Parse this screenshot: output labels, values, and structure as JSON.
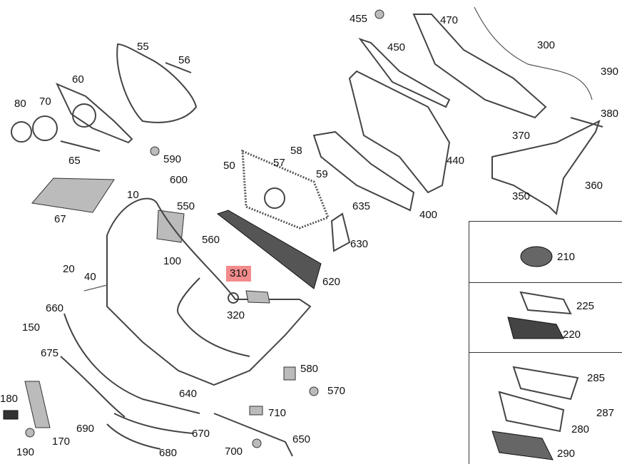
{
  "diagram": {
    "title": "Front bumper parts diagram",
    "highlighted_part": "310",
    "highlight_color": "#f28b8b",
    "labels": {
      "l455": "455",
      "l470": "470",
      "l55": "55",
      "l56": "56",
      "l450": "450",
      "l300": "300",
      "l390": "390",
      "l60": "60",
      "l80": "80",
      "l70": "70",
      "l380": "380",
      "l370": "370",
      "l65": "65",
      "l590": "590",
      "l50": "50",
      "l57": "57",
      "l58": "58",
      "l59": "59",
      "l440": "440",
      "l600": "600",
      "l360": "360",
      "l10": "10",
      "l350": "350",
      "l635": "635",
      "l550": "550",
      "l400": "400",
      "l67": "67",
      "l560": "560",
      "l630": "630",
      "l100": "100",
      "l310": "310",
      "l620": "620",
      "l20": "20",
      "l40": "40",
      "l320": "320",
      "l660": "660",
      "l150": "150",
      "l675": "675",
      "l580": "580",
      "l570": "570",
      "l640": "640",
      "l180": "180",
      "l710": "710",
      "l690": "690",
      "l670": "670",
      "l170": "170",
      "l650": "650",
      "l190": "190",
      "l680": "680",
      "l700": "700",
      "l210": "210",
      "l225": "225",
      "l220": "220",
      "l285": "285",
      "l287": "287",
      "l280": "280",
      "l290": "290"
    }
  }
}
